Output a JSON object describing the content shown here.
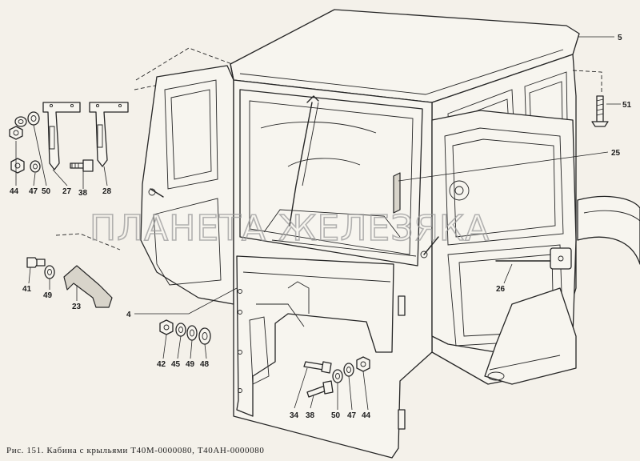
{
  "caption": "Рис. 151. Кабина с крыльями Т40М-0000080, Т40АН-0000080",
  "watermark": "ПЛАНЕТА ЖЕЛЕЗЯКА",
  "labels": {
    "p5": "5",
    "p51": "51",
    "p25": "25",
    "p26": "26",
    "p4": "4",
    "p44a": "44",
    "p47a": "47",
    "p50a": "50",
    "p27": "27",
    "p38a": "38",
    "p28": "28",
    "p41": "41",
    "p49a": "49",
    "p23": "23",
    "p42": "42",
    "p45": "45",
    "p49b": "49",
    "p48": "48",
    "p34": "34",
    "p38b": "38",
    "p50b": "50",
    "p47b": "47",
    "p44b": "44"
  }
}
